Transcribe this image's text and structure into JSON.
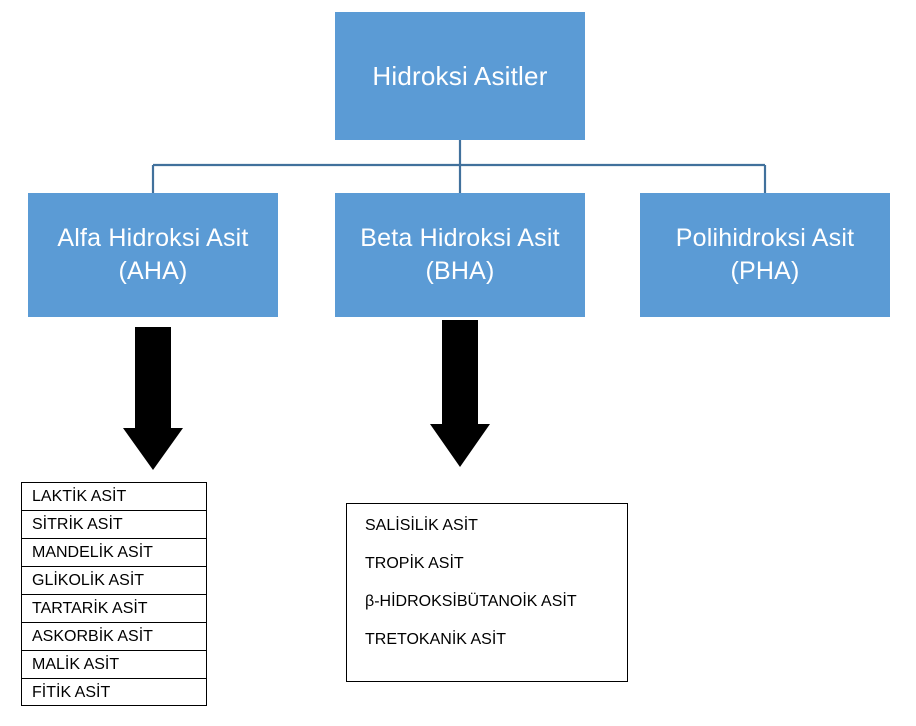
{
  "diagram": {
    "title": "Hidroksi Asitler",
    "accent_color": "#5B9BD5",
    "connector_color": "#41719C",
    "arrow_color": "#000000",
    "text_color_on_accent": "#FFFFFF",
    "text_color": "#000000",
    "root": {
      "label": "Hidroksi Asitler"
    },
    "branches": [
      {
        "id": "aha",
        "name_line": "Alfa Hidroksi Asit",
        "abbr_line": "(AHA)",
        "has_arrow": true
      },
      {
        "id": "bha",
        "name_line": "Beta Hidroksi Asit",
        "abbr_line": "(BHA)",
        "has_arrow": true
      },
      {
        "id": "pha",
        "name_line": "Polihidroksi Asit",
        "abbr_line": "(PHA)",
        "has_arrow": false
      }
    ],
    "aha_list": {
      "items": [
        "LAKTİK ASİT",
        "SİTRİK ASİT",
        "MANDELİK ASİT",
        "GLİKOLİK ASİT",
        "TARTARİK ASİT",
        "ASKORBİK ASİT",
        "MALİK ASİT",
        "FİTİK ASİT"
      ]
    },
    "bha_list": {
      "items": [
        "SALİSİLİK ASİT",
        "TROPİK ASİT",
        "β-HİDROKSİBÜTANOİK ASİT",
        "TRETOKANİK ASİT"
      ]
    },
    "icons": {
      "arrow_down": "down-arrow-icon",
      "connector": "tree-connector-icon"
    }
  }
}
